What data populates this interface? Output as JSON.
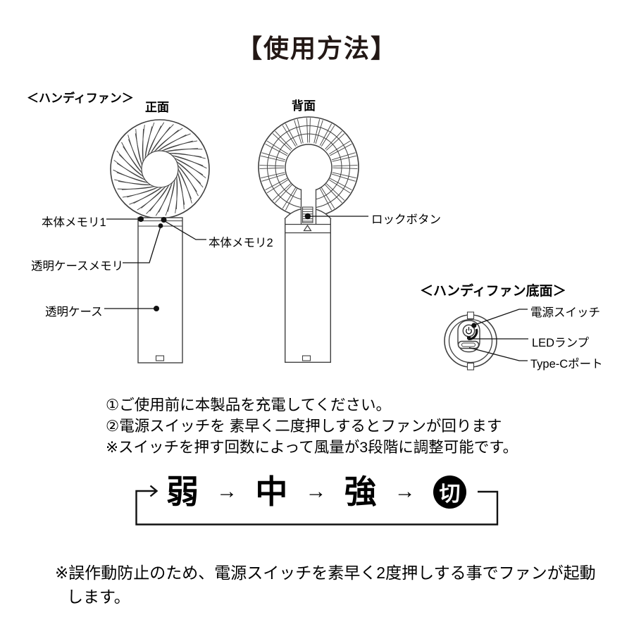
{
  "title": "【使用方法】",
  "handy_fan": {
    "section_label": "＜ハンディファン＞",
    "front_label": "正面",
    "back_label": "背面",
    "callouts": {
      "memory1": "本体メモリ1",
      "memory2": "本体メモリ2",
      "case_memory": "透明ケースメモリ",
      "case": "透明ケース",
      "lock_button": "ロックボタン"
    }
  },
  "bottom_view": {
    "section_label": "＜ハンディファン底面＞",
    "callouts": {
      "power_switch": "電源スイッチ",
      "led_lamp": "LEDランプ",
      "type_c_port": "Type-Cポート"
    }
  },
  "instructions": {
    "step1": "①ご使用前に本製品を充電してください。",
    "step2": "②電源スイッチを 素早く二度押しするとファンが回ります",
    "note": "※スイッチを押す回数によって風量が3段階に調整可能です。"
  },
  "flow": {
    "levels": [
      "弱",
      "中",
      "強"
    ],
    "off": "切",
    "arrow": "→"
  },
  "footer_note": {
    "line1": "※誤作動防止のため、電源スイッチを素早く2度押しする事でファンが起動",
    "line2": "します。"
  },
  "colors": {
    "ink": "#231815",
    "art_line": "#404040",
    "callout_line": "#111111"
  }
}
